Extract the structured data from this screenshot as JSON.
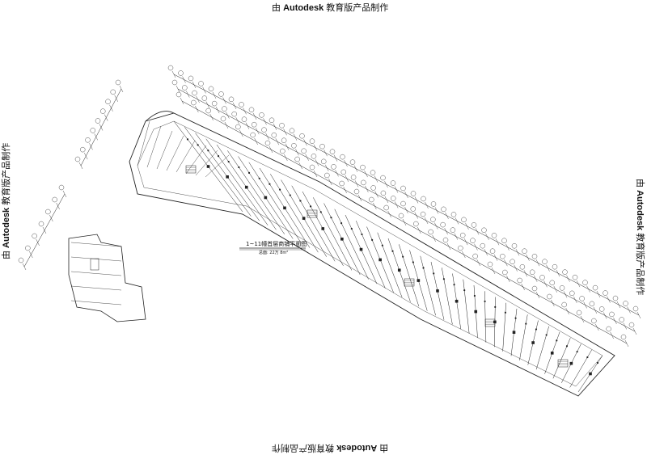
{
  "watermark": {
    "prefix": "由",
    "brand": "Autodesk",
    "suffix": "教育版产品制作"
  },
  "drawing": {
    "title": "1~11幢首层商铺平面图",
    "subtitle": "总面: 22万 8m²"
  },
  "colors": {
    "line": "#222222",
    "paper": "#ffffff"
  }
}
